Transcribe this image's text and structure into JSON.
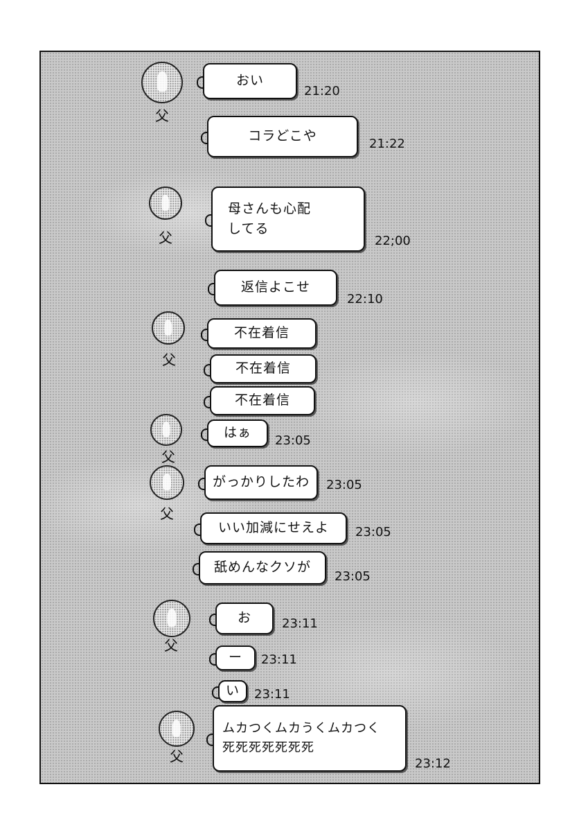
{
  "sender_name": "父",
  "messages": [
    {
      "text": "おい",
      "time": "21:20"
    },
    {
      "text": "コラどこや",
      "time": "21:22"
    },
    {
      "text": "母さんも心配\nしてる",
      "time": "22;00"
    },
    {
      "text": "返信よこせ",
      "time": "22:10"
    },
    {
      "text": "不在着信",
      "time": ""
    },
    {
      "text": "不在着信",
      "time": ""
    },
    {
      "text": "不在着信",
      "time": ""
    },
    {
      "text": "はぁ",
      "time": "23:05"
    },
    {
      "text": "がっかりしたわ",
      "time": "23:05"
    },
    {
      "text": "いい加減にせえよ",
      "time": "23:05"
    },
    {
      "text": "舐めんなクソが",
      "time": "23:05"
    },
    {
      "text": "お",
      "time": "23:11"
    },
    {
      "text": "ー",
      "time": "23:11"
    },
    {
      "text": "い",
      "time": "23:11"
    },
    {
      "text": "ムカつくムカうくムカつく\n死死死死死死死",
      "time": "23:12"
    }
  ]
}
